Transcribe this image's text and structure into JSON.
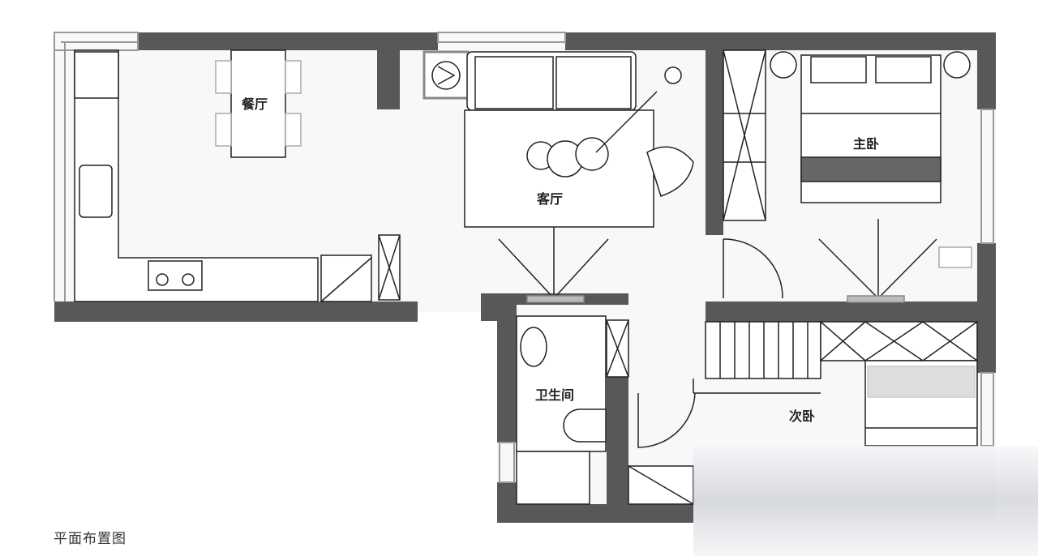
{
  "caption": "平面布置图",
  "rooms": {
    "dining": "餐厅",
    "living": "客厅",
    "master_bedroom": "主卧",
    "bathroom": "卫生间",
    "second_bedroom": "次卧"
  },
  "colors": {
    "wall": "#585858",
    "line": "#222222",
    "floor": "#f7f8fa"
  }
}
